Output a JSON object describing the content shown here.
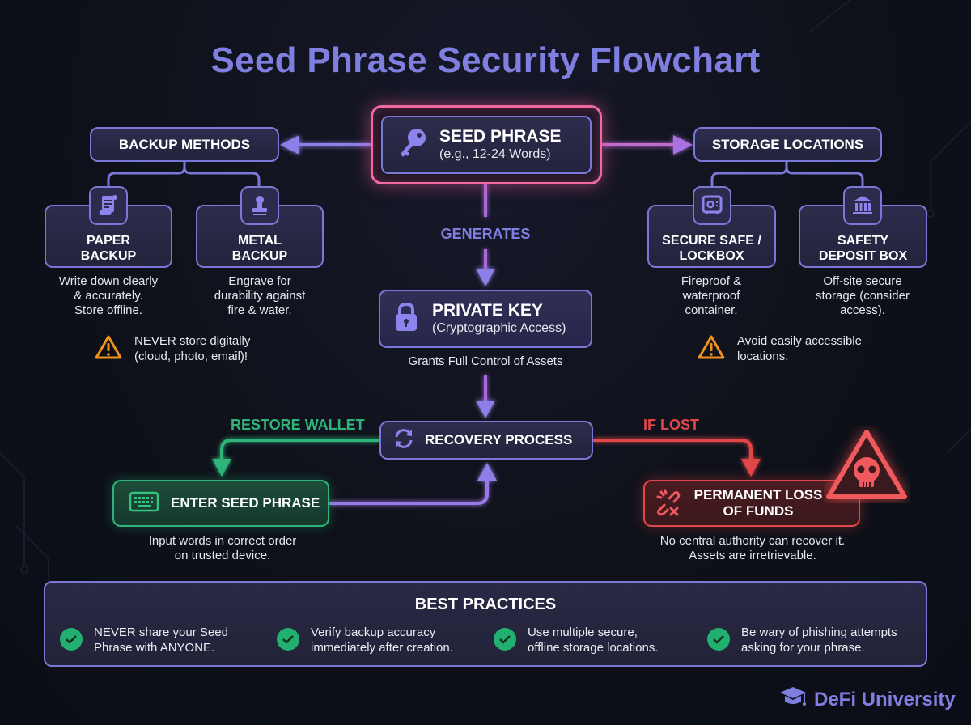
{
  "title": "Seed Phrase Security Flowchart",
  "colors": {
    "accent": "#7f7fe0",
    "seed_glow": "#f06aa0",
    "restore": "#2fb37a",
    "loss": "#e0474a",
    "warning": "#f0921e"
  },
  "seed": {
    "icon": "key-icon",
    "title": "SEED PHRASE",
    "subtitle": "(e.g., 12-24 Words)"
  },
  "backup": {
    "title": "BACKUP METHODS",
    "items": [
      {
        "icon": "paper-scroll-icon",
        "title_line1": "PAPER",
        "title_line2": "BACKUP",
        "desc": [
          "Write down clearly",
          "& accurately.",
          "Store offline."
        ]
      },
      {
        "icon": "stamp-icon",
        "title_line1": "METAL",
        "title_line2": "BACKUP",
        "desc": [
          "Engrave for",
          "durability against",
          "fire & water."
        ]
      }
    ],
    "warning": [
      "NEVER store digitally",
      "(cloud, photo, email)!"
    ]
  },
  "storage": {
    "title": "STORAGE LOCATIONS",
    "items": [
      {
        "icon": "safe-icon",
        "title_line1": "SECURE SAFE /",
        "title_line2": "LOCKBOX",
        "desc": [
          "Fireproof &",
          "waterproof",
          "container."
        ]
      },
      {
        "icon": "bank-icon",
        "title_line1": "SAFETY",
        "title_line2": "DEPOSIT BOX",
        "desc": [
          "Off-site secure",
          "storage (consider",
          "access)."
        ]
      }
    ],
    "warning": [
      "Avoid easily accessible",
      "locations."
    ]
  },
  "generates_label": "GENERATES",
  "private_key": {
    "icon": "lock-icon",
    "title": "PRIVATE KEY",
    "subtitle": "(Cryptographic Access)",
    "desc": "Grants Full Control of Assets"
  },
  "recovery": {
    "icon": "refresh-icon",
    "title": "RECOVERY PROCESS"
  },
  "restore_label": "RESTORE WALLET",
  "lost_label": "IF LOST",
  "enter_seed": {
    "icon": "keyboard-icon",
    "title": "ENTER SEED PHRASE",
    "desc": [
      "Input words in correct order",
      "on trusted device."
    ]
  },
  "loss": {
    "icon": "broken-link-icon",
    "title_line1": "PERMANENT LOSS",
    "title_line2": "OF FUNDS",
    "desc": [
      "No central authority can recover it.",
      "Assets are irretrievable."
    ]
  },
  "best_practices": {
    "title": "BEST PRACTICES",
    "items": [
      {
        "line1": "NEVER share your Seed",
        "line2": "Phrase with ANYONE."
      },
      {
        "line1": "Verify backup accuracy",
        "line2": "immediately after creation."
      },
      {
        "line1": "Use multiple secure,",
        "line2": "offline storage locations."
      },
      {
        "line1": "Be wary of phishing attempts",
        "line2": "asking for your phrase."
      }
    ]
  },
  "brand": "DeFi University"
}
